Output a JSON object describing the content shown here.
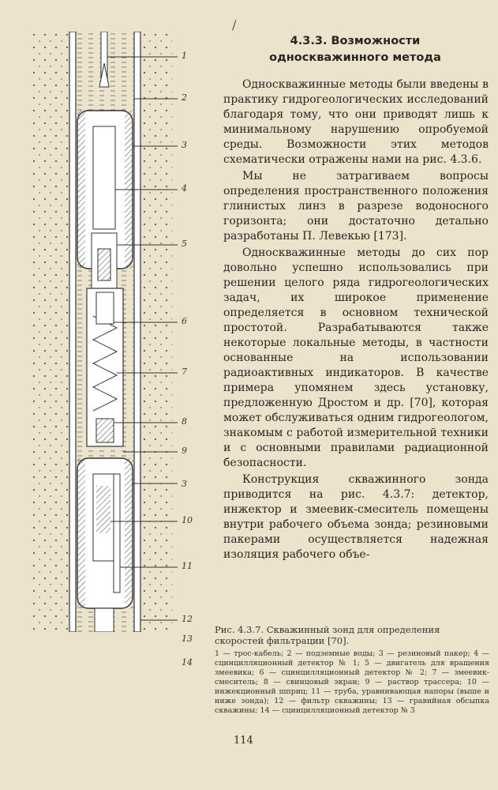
{
  "page_mark": "/",
  "heading": {
    "line1": "4.3.3. Возможности",
    "line2": "односкважинного метода"
  },
  "paragraphs": [
    "Односкважинные методы были введены в практику гидрогеологических исследований благодаря тому, что они приводят лишь к минимальному нарушению опробуемой среды. Возможности этих методов схематически отражены нами на рис. 4.3.6.",
    "Мы не затрагиваем вопросы определения пространственного положения глинистых линз в разрезе водоносного горизонта; они достаточно детально разработаны П. Левекью [173].",
    "Односкважинные методы до сих пор довольно успешно использовались при решении целого ряда гидрогеологических задач, их широкое применение определяется в основном технической простотой. Разрабатываются также некоторые локальные методы, в частности основанные на использовании радиоактивных индикаторов. В качестве примера упомянем здесь установку, предложенную Дростом и др. [70], которая может обслуживаться одним гидрогеологом, знакомым с работой измерительной техники и с основными правилами радиационной безопасности.",
    "Конструкция скважинного зонда приводится на рис. 4.3.7: детектор, инжектор и змеевик-смеситель помещены внутри рабочего объема зонда; резиновыми пакерами осуществляется надежная изоляция рабочего объе-"
  ],
  "figure": {
    "labels": [
      "1",
      "2",
      "3",
      "4",
      "5",
      "6",
      "7",
      "8",
      "9",
      "3",
      "10",
      "11",
      "12",
      "13",
      "14"
    ]
  },
  "caption": "Рис. 4.3.7. Скважинный зонд для определения скоростей фильтрации [70].",
  "legend": "1 — трос-кабель; 2 — подземные воды; 3 — резиновый пакер; 4 — сцинцилляционный детектор № 1; 5 — двигатель для вращения змеевика; 6 — сцинцилляционный детектор № 2; 7 — змеевик-смеситель; 8 — свинцовый экран; 9 — раствор трассера; 10 — инжекционный шприц; 11 — труба, уравнивающая напоры (выше и ниже зонда); 12 — фильтр скважины; 13 — гравийная обсыпка скважины; 14 — сцинцилляционный детектор № 3",
  "page_number": "114"
}
